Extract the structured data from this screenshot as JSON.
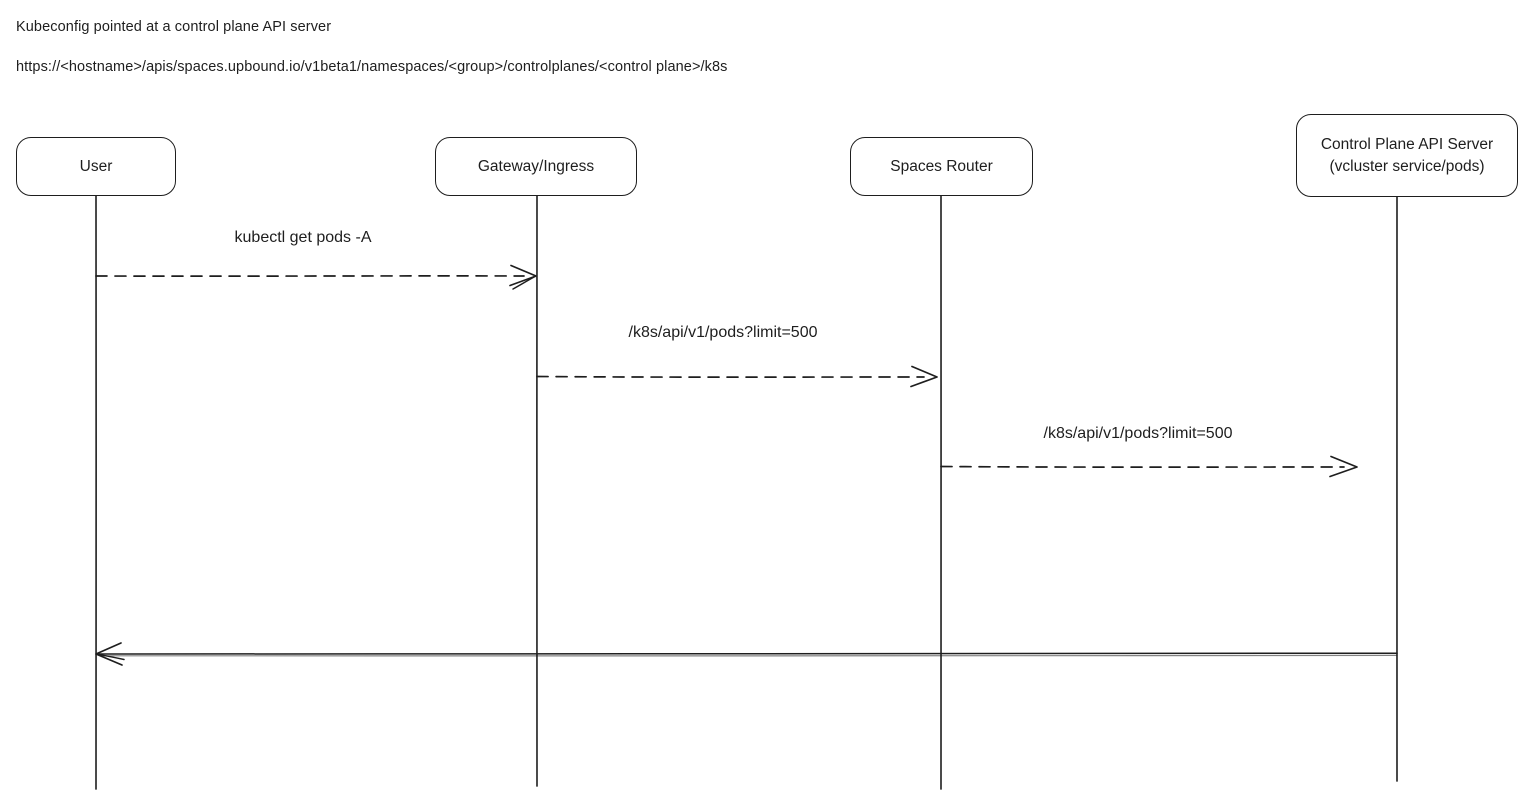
{
  "header": {
    "line1": "Kubeconfig pointed at a control plane API server",
    "line2": "https://<hostname>/apis/spaces.upbound.io/v1beta1/namespaces/<group>/controlplanes/<control plane>/k8s"
  },
  "actors": [
    {
      "label": "User"
    },
    {
      "label": "Gateway/Ingress"
    },
    {
      "label": "Spaces Router"
    },
    {
      "label": "Control Plane API Server",
      "sublabel": "(vcluster service/pods)"
    }
  ],
  "messages": [
    {
      "label": "kubectl get pods -A",
      "from": "User",
      "to": "Gateway/Ingress",
      "style": "dashed"
    },
    {
      "label": "/k8s/api/v1/pods?limit=500",
      "from": "Gateway/Ingress",
      "to": "Spaces Router",
      "style": "dashed"
    },
    {
      "label": "/k8s/api/v1/pods?limit=500",
      "from": "Spaces Router",
      "to": "Control Plane API Server",
      "style": "dashed"
    },
    {
      "label": "",
      "from": "Control Plane API Server",
      "to": "User",
      "style": "solid"
    }
  ],
  "colors": {
    "stroke": "#1e1e1e",
    "text": "#1e1e1e",
    "background": "#ffffff"
  }
}
